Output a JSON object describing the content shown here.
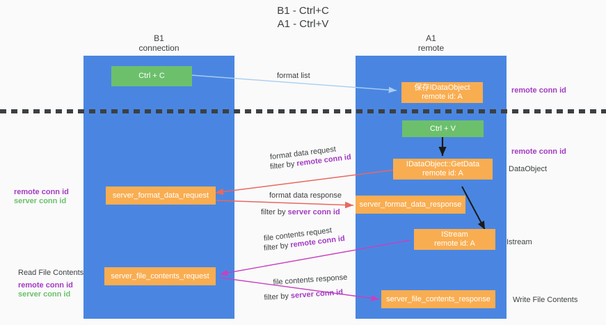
{
  "title": {
    "line1": "B1 - Ctrl+C",
    "line2": "A1 - Ctrl+V"
  },
  "columns": [
    {
      "name": "B1",
      "sub": "connection"
    },
    {
      "name": "A1",
      "sub": "remote"
    }
  ],
  "nodes": {
    "ctrl_c": {
      "line1": "Ctrl + C",
      "line2": ""
    },
    "ctrl_v": {
      "line1": "Ctrl + V",
      "line2": ""
    },
    "idataobject": {
      "line1": "保存IDataObject",
      "line2": "remote id: A"
    },
    "getdata": {
      "line1": "IDataObject::GetData",
      "line2": "remote id: A"
    },
    "istream": {
      "line1": "IStream",
      "line2": "remote id: A"
    },
    "fmt_req": {
      "line1": "server_format_data_request",
      "line2": ""
    },
    "fmt_resp": {
      "line1": "server_format_data_response",
      "line2": ""
    },
    "file_req": {
      "line1": "server_file_contents_request",
      "line2": ""
    },
    "file_resp": {
      "line1": "server_file_contents_response",
      "line2": ""
    }
  },
  "edge_labels": {
    "format_list": "format list",
    "format_data_request": "format data request",
    "format_data_request_filter_prefix": "filter by ",
    "format_data_request_filter_key": "remote conn id",
    "format_data_response": "format data response",
    "format_data_response_filter_prefix": "filter by ",
    "format_data_response_filter_key": "server conn id",
    "file_contents_request": "file contents request",
    "file_contents_request_filter_prefix": "filter by ",
    "file_contents_request_filter_key": "remote conn id",
    "file_contents_response": "file contents response",
    "file_contents_response_filter_prefix": "filter by ",
    "file_contents_response_filter_key": "server conn id"
  },
  "annotations": {
    "right_remote_conn_id_top": "remote conn id",
    "right_remote_conn_id_mid": "remote conn id",
    "right_dataobject": "DataObject",
    "right_istream": "Istream",
    "right_write_file_contents": "Write File Contents",
    "left_remote_conn_id": "remote conn id",
    "left_server_conn_id": "server conn id",
    "left_read_file_contents": "Read File Contents",
    "left_remote_conn_id_2": "remote conn id",
    "left_server_conn_id_2": "server conn id"
  },
  "colors": {
    "lane": "#4a86e1",
    "node_green": "#6cc06c",
    "node_orange": "#f9ad51",
    "accent_purple": "#a33bc2",
    "accent_green": "#6cc06c",
    "arrow_blue": "#a8cdf0",
    "arrow_red": "#e8685f",
    "arrow_magenta": "#c93fc0",
    "arrow_black": "#1a1a1a",
    "background": "#fafafa",
    "divider": "#3c4043"
  }
}
